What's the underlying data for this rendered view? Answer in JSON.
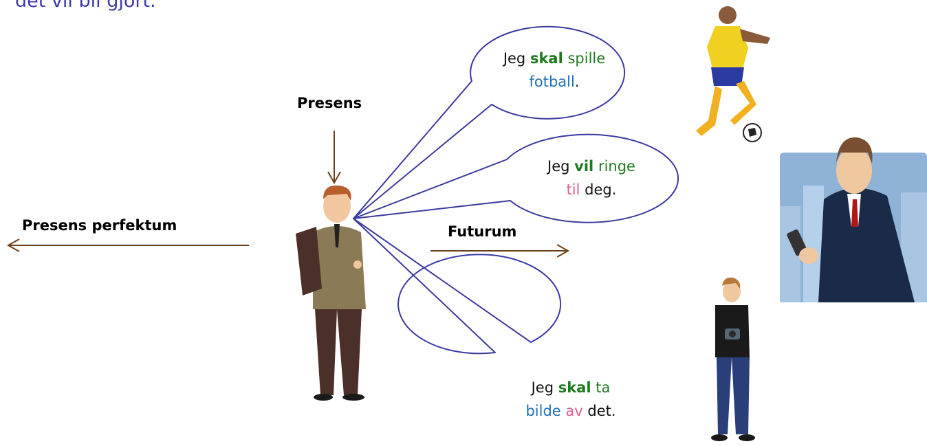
{
  "header": {
    "text": "det vil bli gjort."
  },
  "labels": {
    "presens": "Presens",
    "presens_perfektum": "Presens perfektum",
    "futurum": "Futurum"
  },
  "bubbles": [
    {
      "w1": "Jeg",
      "w2": "skal",
      "w3": "spille",
      "w4": "fotball",
      "w5": "."
    },
    {
      "w1": "Jeg",
      "w2": "vil",
      "w3": "ringe",
      "w4": "til",
      "w5": "deg."
    },
    {
      "w1": "Jeg",
      "w2": "skal",
      "w3": "ta",
      "w4": "bilde",
      "w5": "av",
      "w6": "det."
    }
  ],
  "colors": {
    "bubble_stroke": "#3a3aa0",
    "arrow": "#6b3f1a",
    "verb_green": "#1e7a1e",
    "noun_blue": "#1f6fb5",
    "prep_pink": "#e85a8a"
  }
}
